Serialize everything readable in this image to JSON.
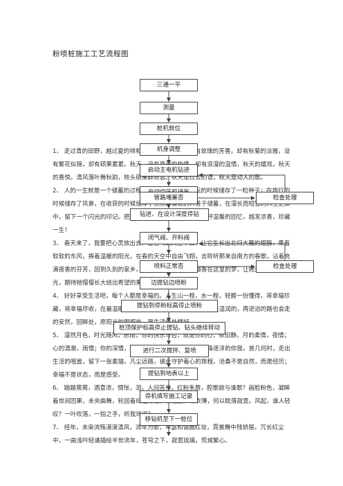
{
  "title": "粉喷桩施工工艺流程图",
  "flow": {
    "s1": "三通一平",
    "s2": "测量",
    "s3": "桩机就位",
    "s4": "机身调整",
    "s5": "启动主电机钻进",
    "s6": "启动空压机送气",
    "s7": "管路堵塞否",
    "s8": "钻进、在设计深度停钻",
    "s9": "闭气阀、开料阀",
    "s10": "喷料正常否",
    "s11": "边提钻边喷粉",
    "s12": "提钻到停粉标高停止喷粉",
    "s13": "桩顶保护标高停止提钻、钻头继续转动",
    "s14": "进行二次搅拌、复喷",
    "s15": "提钻到地表以上",
    "s16": "停机填写施工记录",
    "s17": "移钻机至下一桩位",
    "check1": "检查处理",
    "check2": "检查处理"
  },
  "background_paragraphs": [
    "1、 走过青的田野，越过夏的祥和的世界。秋天，虽没有玫瑰的芳香，却有秋菊的淡雅，没有繁花似锦，却有硕果累累。秋天，没有夏日的热情，却有浪漫的温情，秋天的嬉戏，秋天的喜悦。清风落叶舞秋韵，枝头硕果醉秋容。秋天是过去的语，秋天是动人的歌。",
    "2、 人的一生就是一个储蓄的过程，储存了希望；在耕耘的时候储存了一粒种子；在旅行的时候储存了风景，在收获的时候储存了快乐。谁说的人善于储蓄，在漫长而短暂的人生之旅中，留下一个闪光的印记。把它们酿成一杯美好的回忆，一杯温馨的回忆，越发浓香，珍藏一生！",
    "3、 春天来了，我要把心灵放出去，让它飞到天空中去，让它生长出北归大雁的翅膀，乘着软软的东风，捧着温暖的阳光，在春的天空中自由飞翔，去聆听那来自南方的春歌，沾着充满夜香的芬芳，回到久别的家乡。我都升腾起春天，花瓣香在这里的梦，让她沐浴灿烂的阳光，期待她慢慢长大结出希望的果实。春天需要的果实。",
    "4、 好好享受生活吧，每个人都是幸福的。人生山一程，水一程，轻握一份懂得，将幸福珍藏，将幸福尽收，在最温暖的那一处。在这个世界上，不要心是温润的，再逆远的路也会走的安然，回眸处，愿阳光的明媚处，愿生活处处精好。",
    "5、 漫然月色，时光随风，愿雨，你的快乐与否，就是你的心，依旧静。月的柔情，夜情；心的清澈，雨情；你的深情，我情。人生没有绝美，曾经刀锋逐浮的你我，曾几何时，走出生活的喧嚣，留下一张素描，凡尘远路，彼此守护着心的旅程。沧桑不是自然，而是经历；幸福不是状态，而是感受。",
    "6、 踏踏蔫蔫，酒意浓，惆怅，泪，人间苦乐，红粉朱唇，腔歌欲与谁歌？画脸粉色，凝眸着世间因果，未央曲舞，轮回着绿起绿落。舞袖舒广青衣薄，何以眈落寂寞。风起，谁人轻叹？一叶吹落，一指之手，听我戏说？",
    "7、 经年，未染流殇漠漠清风，流年为歌，琴瑟和谐画红妆，霓裳舞中残娇屋。冗长红尘中，一曲浅吟轻诵描绘半世流年，苍穹之下，寂寞琉璃，荒城繁心。"
  ]
}
